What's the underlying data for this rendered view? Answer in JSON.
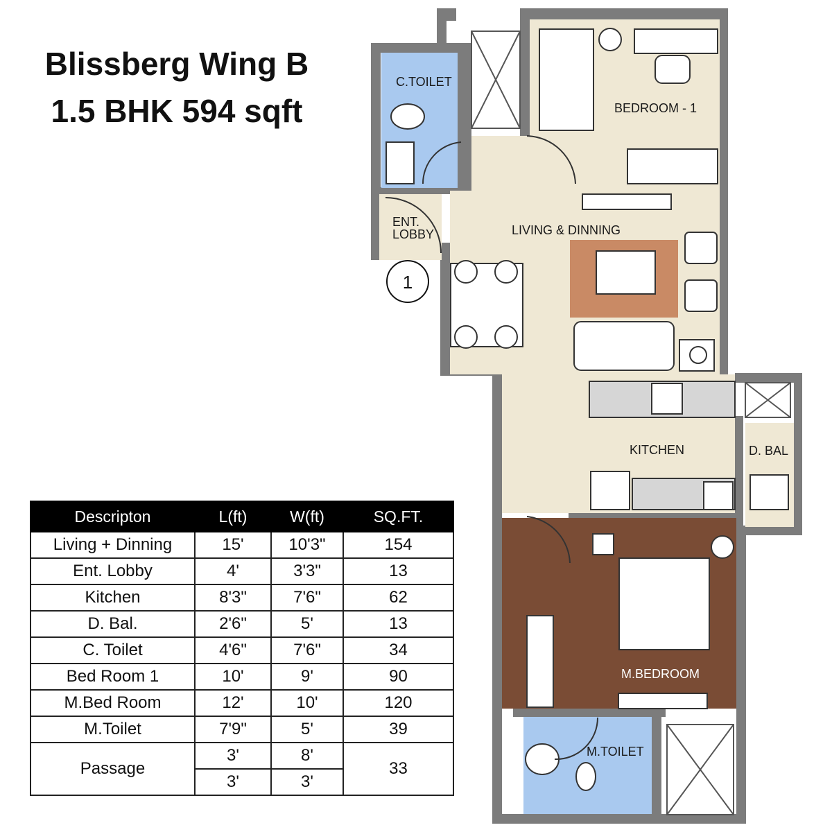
{
  "title": {
    "line1": "Blissberg Wing B",
    "line2": "1.5 BHK 594 sqft"
  },
  "rooms": {
    "c_toilet": "C.TOILET",
    "bedroom1": "BEDROOM - 1",
    "ent_lobby_1": "ENT.",
    "ent_lobby_2": "LOBBY",
    "living": "LIVING & DINNING",
    "kitchen": "KITCHEN",
    "d_bal": "D. BAL",
    "m_bedroom": "M.BEDROOM",
    "m_toilet": "M.TOILET",
    "entry_marker": "1"
  },
  "colors": {
    "wall": "#7c7c7c",
    "floor": "#efe8d4",
    "toilet_tile": "#a9c9ef",
    "wood_floor": "#7a4c35",
    "rug": "#c98a65",
    "counter": "#d6d6d6"
  },
  "table": {
    "headers": [
      "Descripton",
      "L(ft)",
      "W(ft)",
      "SQ.FT."
    ],
    "rows": [
      {
        "desc": "Living + Dinning",
        "l": "15'",
        "w": "10'3\"",
        "sqft": "154"
      },
      {
        "desc": "Ent. Lobby",
        "l": "4'",
        "w": "3'3\"",
        "sqft": "13"
      },
      {
        "desc": "Kitchen",
        "l": "8'3\"",
        "w": "7'6\"",
        "sqft": "62"
      },
      {
        "desc": "D. Bal.",
        "l": "2'6\"",
        "w": "5'",
        "sqft": "13"
      },
      {
        "desc": "C. Toilet",
        "l": "4'6\"",
        "w": "7'6\"",
        "sqft": "34"
      },
      {
        "desc": "Bed Room 1",
        "l": "10'",
        "w": "9'",
        "sqft": "90"
      },
      {
        "desc": "M.Bed Room",
        "l": "12'",
        "w": "10'",
        "sqft": "120"
      },
      {
        "desc": "M.Toilet",
        "l": "7'9\"",
        "w": "5'",
        "sqft": "39"
      }
    ],
    "passage": {
      "desc": "Passage",
      "l1": "3'",
      "w1": "8'",
      "l2": "3'",
      "w2": "3'",
      "sqft": "33"
    }
  }
}
